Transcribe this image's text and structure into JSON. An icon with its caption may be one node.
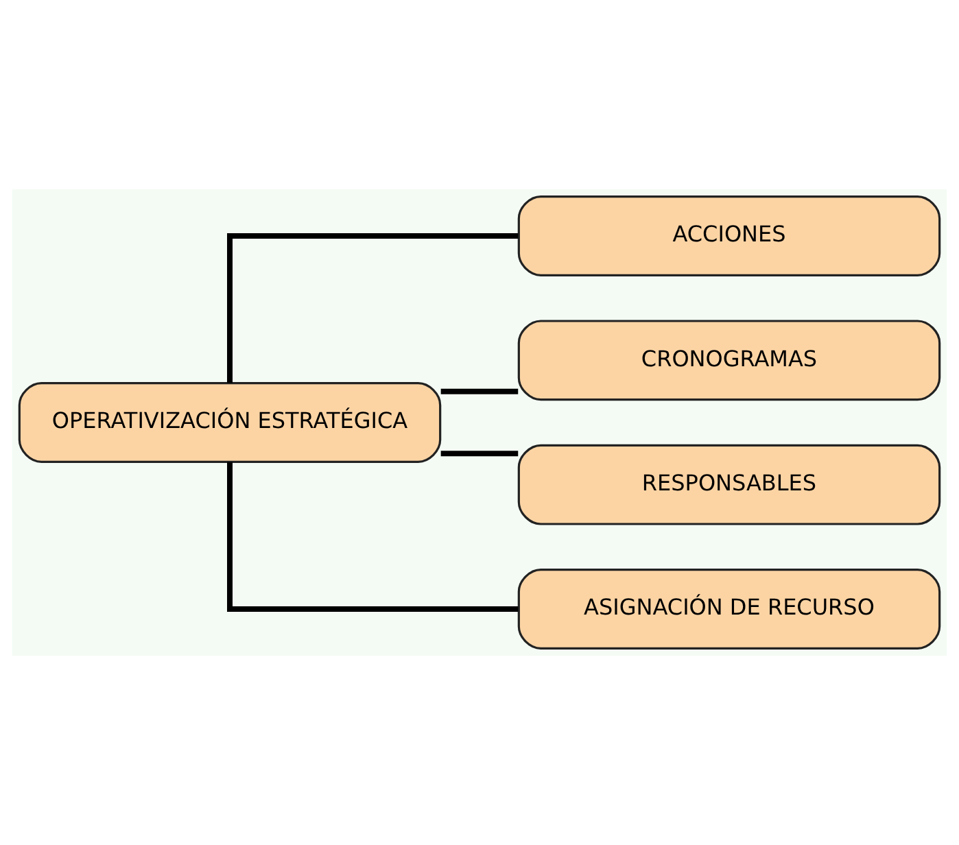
{
  "diagram": {
    "nodes": [
      {
        "text": [
          "OPERATIVIZACIÓN ESTRATÉGICA"
        ]
      },
      {
        "text": [
          "ACCIONES"
        ]
      },
      {
        "text": [
          "CRONOGRAMAS"
        ]
      },
      {
        "text": [
          "RESPONSABLES"
        ]
      },
      {
        "text": [
          "ASIGNACIÓN DE RECURSO"
        ]
      }
    ],
    "edges": [
      {
        "from": 0,
        "to": 1,
        "arrow": "none"
      },
      {
        "from": 0,
        "to": 2,
        "arrow": "none"
      },
      {
        "from": 0,
        "to": 3,
        "arrow": "none"
      },
      {
        "from": 0,
        "to": 4,
        "arrow": "none"
      }
    ]
  }
}
